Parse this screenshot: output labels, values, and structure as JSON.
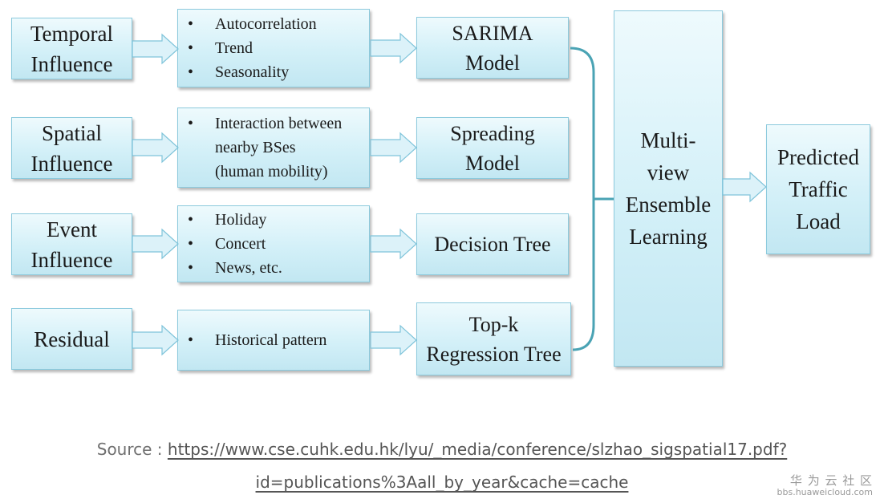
{
  "rows": [
    {
      "input": [
        "Temporal",
        "Influence"
      ],
      "features": [
        "Autocorrelation",
        "Trend",
        "Seasonality"
      ],
      "bulleted": true,
      "model": [
        "SARIMA",
        "Model"
      ]
    },
    {
      "input": [
        "Spatial",
        "Influence"
      ],
      "features": [
        "Interaction between",
        "nearby BSes",
        "(human mobility)"
      ],
      "bulleted": false,
      "model": [
        "Spreading",
        "Model"
      ]
    },
    {
      "input": [
        "Event",
        "Influence"
      ],
      "features": [
        "Holiday",
        "Concert",
        "News, etc."
      ],
      "bulleted": true,
      "model": [
        "Decision Tree"
      ]
    },
    {
      "input": [
        "Residual"
      ],
      "features": [
        "Historical pattern"
      ],
      "bulleted": true,
      "model": [
        "Top-k",
        "Regression Tree"
      ]
    }
  ],
  "ensemble": [
    "Multi-",
    "view",
    "Ensemble",
    "Learning"
  ],
  "output": [
    "Predicted",
    "Traffic",
    "Load"
  ],
  "source": {
    "prefix": "Source : ",
    "line1": "https://www.cse.cuhk.edu.hk/lyu/_media/conference/slzhao_sigspatial17.pdf?",
    "line2": "id=publications%3Aall_by_year&cache=cache"
  },
  "watermark": {
    "cn": "华 为 云 社 区",
    "url": "bbs.huaweicloud.com"
  },
  "colors": {
    "box_border": "#8ccadd",
    "arrow_fill": "#dcf2f9",
    "arrow_stroke": "#7fc4da",
    "connector": "#4aa3b4"
  }
}
